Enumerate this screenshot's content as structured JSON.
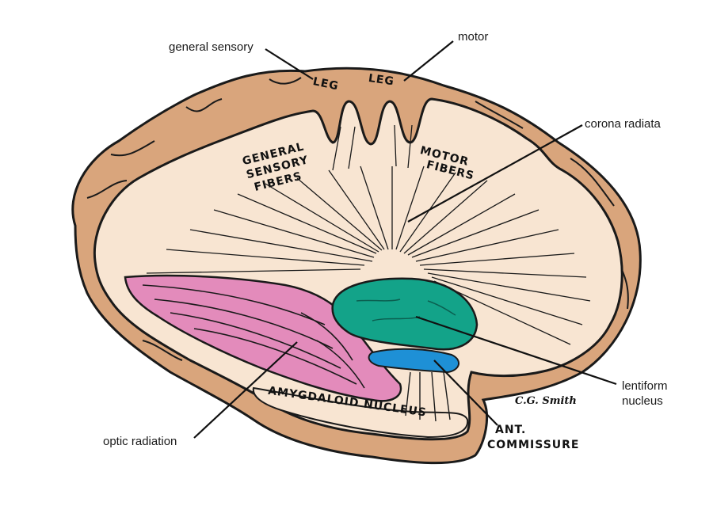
{
  "labels": {
    "general_sensory": "general sensory",
    "motor": "motor",
    "corona_radiata": "corona radiata",
    "lentiform_line1": "lentiform",
    "lentiform_line2": "nucleus",
    "optic_radiation": "optic radiation"
  },
  "captions": {
    "leg_left": "LEG",
    "leg_right": "LEG",
    "general_sensory_fibers": [
      "GENERAL",
      "SENSORY",
      "FIBERS"
    ],
    "motor_fibers": [
      "MOTOR",
      "FIBERS"
    ],
    "amygdaloid_nucleus": "AMYGDALOID NUCLEUS",
    "ant_commissure": [
      "ANT.",
      "COMMISSURE"
    ]
  },
  "signature": "C.G. Smith",
  "colors": {
    "cortex": "#d9a57c",
    "white_matter": "#f8e5d2",
    "lentiform_nucleus": "#13a389",
    "optic_radiation": "#e38bbb",
    "anterior_commissure": "#1e90d6",
    "outline": "#1a1a1a"
  }
}
